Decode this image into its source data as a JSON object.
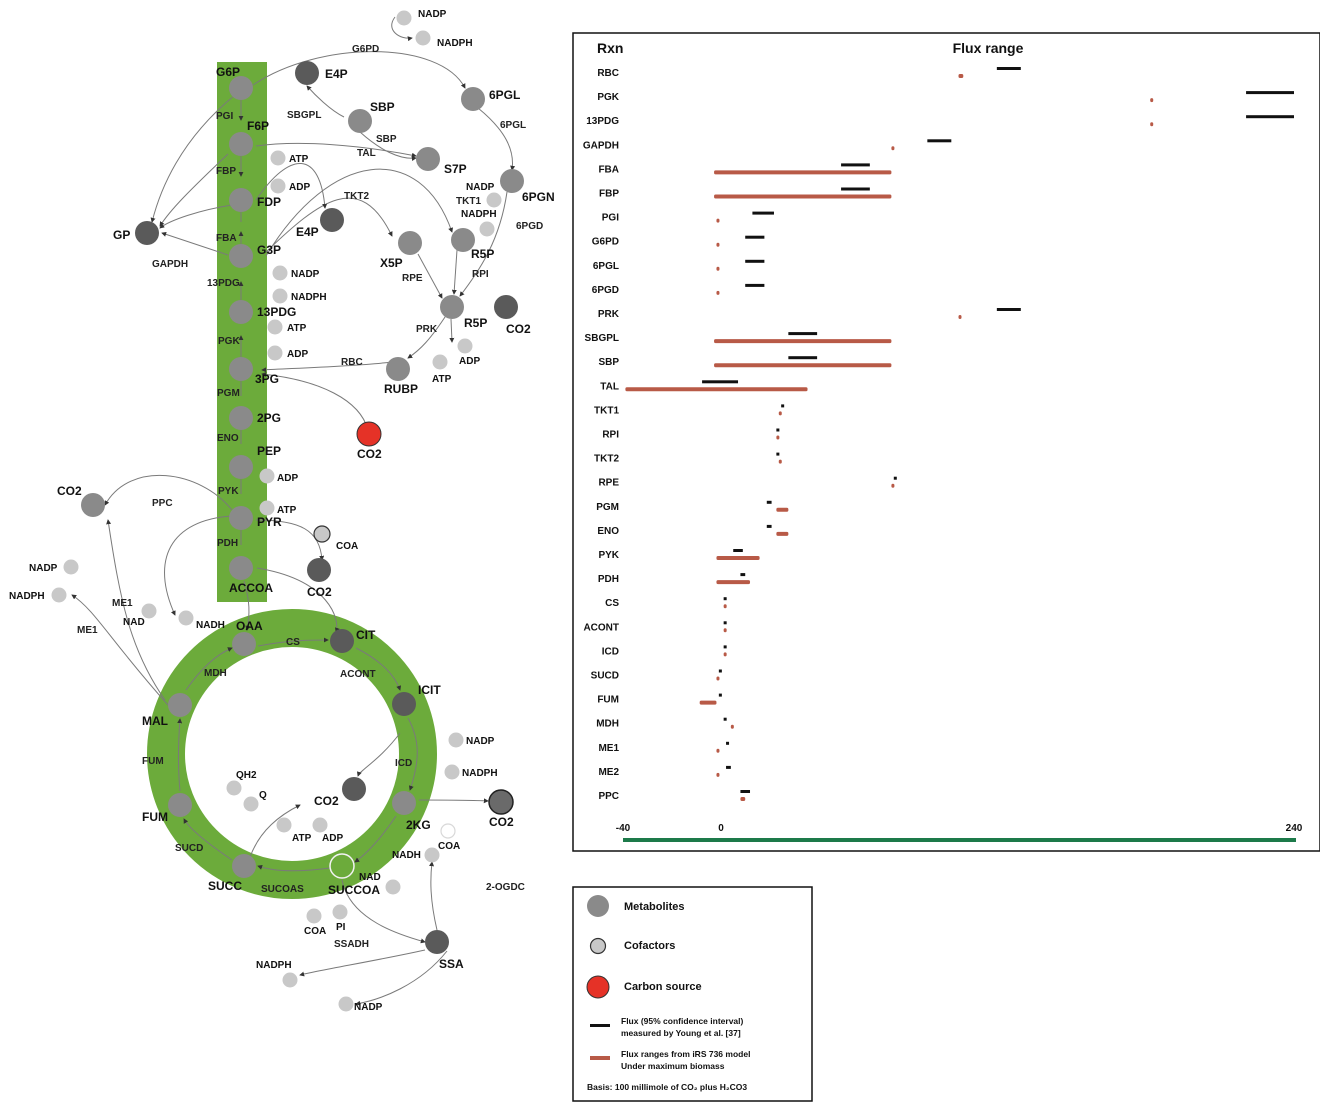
{
  "colors": {
    "band": "#6cab3b",
    "metabolite": "#8a8a8a",
    "metabolite_dark": "#5a5a5a",
    "cofactor": "#c8c8c8",
    "carbon_source": "#e53227",
    "measured": "#111111",
    "model": "#b85a47",
    "axis": "#1d7a4a"
  },
  "network": {
    "nodes": [
      {
        "id": "G6P",
        "label": "G6P",
        "kind": "met"
      },
      {
        "id": "F6P",
        "label": "F6P",
        "kind": "met"
      },
      {
        "id": "FDP",
        "label": "FDP",
        "kind": "met"
      },
      {
        "id": "G3P",
        "label": "G3P",
        "kind": "met"
      },
      {
        "id": "13PDG",
        "label": "13PDG",
        "kind": "met"
      },
      {
        "id": "3PG",
        "label": "3PG",
        "kind": "met"
      },
      {
        "id": "2PG",
        "label": "2PG",
        "kind": "met"
      },
      {
        "id": "PEP",
        "label": "PEP",
        "kind": "met"
      },
      {
        "id": "PYR",
        "label": "PYR",
        "kind": "met"
      },
      {
        "id": "ACCOA",
        "label": "ACCOA",
        "kind": "met"
      },
      {
        "id": "GP",
        "label": "GP",
        "kind": "met"
      },
      {
        "id": "E4P_a",
        "label": "E4P",
        "kind": "met"
      },
      {
        "id": "E4P_b",
        "label": "E4P",
        "kind": "met"
      },
      {
        "id": "SBP",
        "label": "SBP",
        "kind": "met"
      },
      {
        "id": "S7P",
        "label": "S7P",
        "kind": "met"
      },
      {
        "id": "6PGL",
        "label": "6PGL",
        "kind": "met"
      },
      {
        "id": "6PGN",
        "label": "6PGN",
        "kind": "met"
      },
      {
        "id": "X5P",
        "label": "X5P",
        "kind": "met"
      },
      {
        "id": "R5P_a",
        "label": "R5P",
        "kind": "met"
      },
      {
        "id": "R5P_b",
        "label": "R5P",
        "kind": "met"
      },
      {
        "id": "RUBP",
        "label": "RUBP",
        "kind": "met"
      },
      {
        "id": "CO2_pp",
        "label": "CO2",
        "kind": "met"
      },
      {
        "id": "CO2_src",
        "label": "CO2",
        "kind": "src"
      },
      {
        "id": "CO2_ppc",
        "label": "CO2",
        "kind": "met"
      },
      {
        "id": "CO2_pdh",
        "label": "CO2",
        "kind": "met"
      },
      {
        "id": "OAA",
        "label": "OAA",
        "kind": "met"
      },
      {
        "id": "CIT",
        "label": "CIT",
        "kind": "met"
      },
      {
        "id": "ICIT",
        "label": "ICIT",
        "kind": "met"
      },
      {
        "id": "MAL",
        "label": "MAL",
        "kind": "met"
      },
      {
        "id": "FUM",
        "label": "FUM",
        "kind": "met"
      },
      {
        "id": "SUCC",
        "label": "SUCC",
        "kind": "met"
      },
      {
        "id": "SUCCOA",
        "label": "SUCCOA",
        "kind": "hollow"
      },
      {
        "id": "2KG",
        "label": "2KG",
        "kind": "met"
      },
      {
        "id": "CO2_icd",
        "label": "CO2",
        "kind": "met"
      },
      {
        "id": "CO2_og",
        "label": "CO2",
        "kind": "met"
      },
      {
        "id": "SSA",
        "label": "SSA",
        "kind": "met"
      },
      {
        "id": "NADP_top",
        "label": "NADP",
        "kind": "cof"
      },
      {
        "id": "NADPH_top",
        "label": "NADPH",
        "kind": "cof"
      },
      {
        "id": "ATP_1",
        "label": "ATP",
        "kind": "cof"
      },
      {
        "id": "ADP_1",
        "label": "ADP",
        "kind": "cof"
      },
      {
        "id": "NADP_2",
        "label": "NADP",
        "kind": "cof"
      },
      {
        "id": "NADPH_2",
        "label": "NADPH",
        "kind": "cof"
      },
      {
        "id": "ATP_2",
        "label": "ATP",
        "kind": "cof"
      },
      {
        "id": "ADP_2",
        "label": "ADP",
        "kind": "cof"
      },
      {
        "id": "NADP_pgd",
        "label": "NADP",
        "kind": "cof"
      },
      {
        "id": "NADPH_pgd",
        "label": "NADPH",
        "kind": "cof"
      },
      {
        "id": "ADP_prk",
        "label": "ADP",
        "kind": "cof"
      },
      {
        "id": "ATP_prk",
        "label": "ATP",
        "kind": "cof"
      },
      {
        "id": "ADP_pyk",
        "label": "ADP",
        "kind": "cof"
      },
      {
        "id": "ATP_pyk",
        "label": "ATP",
        "kind": "cof"
      },
      {
        "id": "COA_pdh",
        "label": "COA",
        "kind": "cof_ring"
      },
      {
        "id": "NADP_me",
        "label": "NADP",
        "kind": "cof"
      },
      {
        "id": "NADPH_me",
        "label": "NADPH",
        "kind": "cof"
      },
      {
        "id": "NAD_me1",
        "label": "NAD",
        "kind": "cof"
      },
      {
        "id": "NADH_me1",
        "label": "NADH",
        "kind": "cof"
      },
      {
        "id": "NADP_icd",
        "label": "NADP",
        "kind": "cof"
      },
      {
        "id": "NADPH_icd",
        "label": "NADPH",
        "kind": "cof"
      },
      {
        "id": "QH2",
        "label": "QH2",
        "kind": "cof"
      },
      {
        "id": "Q",
        "label": "Q",
        "kind": "cof"
      },
      {
        "id": "ATP_suc",
        "label": "ATP",
        "kind": "cof"
      },
      {
        "id": "ADP_suc",
        "label": "ADP",
        "kind": "cof"
      },
      {
        "id": "COA_og",
        "label": "COA",
        "kind": "ghost"
      },
      {
        "id": "NADH_og",
        "label": "NADH",
        "kind": "cof"
      },
      {
        "id": "NAD_og",
        "label": "NAD",
        "kind": "cof"
      },
      {
        "id": "COA_suc",
        "label": "COA",
        "kind": "cof"
      },
      {
        "id": "PI_suc",
        "label": "PI",
        "kind": "cof"
      },
      {
        "id": "NADPH_ssa",
        "label": "NADPH",
        "kind": "cof"
      },
      {
        "id": "NADP_ssa",
        "label": "NADP",
        "kind": "cof"
      }
    ],
    "reaction_labels": [
      "G6PD",
      "6PGL",
      "6PGD",
      "PGI",
      "SBGPL",
      "SBP",
      "TAL",
      "FBP",
      "TKT2",
      "TKT1",
      "FBA",
      "GAPDH",
      "13PDG",
      "RPE",
      "RPI",
      "PRK",
      "PGK",
      "RBC",
      "PGM",
      "ENO",
      "PYK",
      "PPC",
      "PDH",
      "ME1",
      "ME1",
      "CS",
      "MDH",
      "ACONT",
      "FUM",
      "ICD",
      "SUCD",
      "SUCOAS",
      "2-OGDC",
      "SSADH"
    ]
  },
  "chart": {
    "header_rxn": "Rxn",
    "header_title": "Flux range",
    "axis_ticks": [
      "-40",
      "0",
      "240"
    ]
  },
  "chart_data": {
    "type": "range",
    "title": "Flux range",
    "xlim": [
      -40,
      240
    ],
    "series": [
      {
        "name": "Flux (95% confidence interval) measured by Young et al. [37]",
        "color": "#111111"
      },
      {
        "name": "Flux ranges from iRS 736 model Under maximum biomass",
        "color": "#b85a47"
      }
    ],
    "reactions": [
      {
        "name": "RBC",
        "measured": [
          116,
          126
        ],
        "model": [
          100,
          102
        ]
      },
      {
        "name": "PGK",
        "measured": [
          220,
          240
        ],
        "model": [
          180,
          181
        ]
      },
      {
        "name": "13PDG",
        "measured": [
          220,
          240
        ],
        "model": [
          180,
          181
        ]
      },
      {
        "name": "GAPDH",
        "measured": [
          87,
          97
        ],
        "model": [
          72,
          73
        ]
      },
      {
        "name": "FBA",
        "measured": [
          51,
          63
        ],
        "model": [
          -2,
          72
        ]
      },
      {
        "name": "FBP",
        "measured": [
          51,
          63
        ],
        "model": [
          -2,
          72
        ]
      },
      {
        "name": "PGI",
        "measured": [
          14,
          23
        ],
        "model": [
          -1,
          0
        ]
      },
      {
        "name": "G6PD",
        "measured": [
          11,
          19
        ],
        "model": [
          -1,
          0
        ]
      },
      {
        "name": "6PGL",
        "measured": [
          11,
          19
        ],
        "model": [
          -1,
          0
        ]
      },
      {
        "name": "6PGD",
        "measured": [
          11,
          19
        ],
        "model": [
          -1,
          0
        ]
      },
      {
        "name": "PRK",
        "measured": [
          116,
          126
        ],
        "model": [
          100,
          101
        ]
      },
      {
        "name": "SBGPL",
        "measured": [
          29,
          41
        ],
        "model": [
          -2,
          72
        ]
      },
      {
        "name": "SBP",
        "measured": [
          29,
          41
        ],
        "model": [
          -2,
          72
        ]
      },
      {
        "name": "TAL",
        "measured": [
          -7,
          8
        ],
        "model": [
          -39,
          37
        ]
      },
      {
        "name": "TKT1",
        "measured": [
          26,
          27
        ],
        "model": [
          25,
          26
        ]
      },
      {
        "name": "RPI",
        "measured": [
          24,
          25
        ],
        "model": [
          24,
          25
        ]
      },
      {
        "name": "TKT2",
        "measured": [
          24,
          25
        ],
        "model": [
          25,
          26
        ]
      },
      {
        "name": "RPE",
        "measured": [
          73,
          74
        ],
        "model": [
          72,
          73
        ]
      },
      {
        "name": "PGM",
        "measured": [
          20,
          22
        ],
        "model": [
          24,
          29
        ]
      },
      {
        "name": "ENO",
        "measured": [
          20,
          22
        ],
        "model": [
          24,
          29
        ]
      },
      {
        "name": "PYK",
        "measured": [
          6,
          10
        ],
        "model": [
          -1,
          17
        ]
      },
      {
        "name": "PDH",
        "measured": [
          9,
          11
        ],
        "model": [
          -1,
          13
        ]
      },
      {
        "name": "CS",
        "measured": [
          2,
          3
        ],
        "model": [
          2,
          3
        ]
      },
      {
        "name": "ACONT",
        "measured": [
          2,
          3
        ],
        "model": [
          2,
          3
        ]
      },
      {
        "name": "ICD",
        "measured": [
          2,
          3
        ],
        "model": [
          2,
          3
        ]
      },
      {
        "name": "SUCD",
        "measured": [
          0,
          1
        ],
        "model": [
          -1,
          0
        ]
      },
      {
        "name": "FUM",
        "measured": [
          0,
          1
        ],
        "model": [
          -8,
          -1
        ]
      },
      {
        "name": "MDH",
        "measured": [
          2,
          3
        ],
        "model": [
          5,
          6
        ]
      },
      {
        "name": "ME1",
        "measured": [
          3,
          4
        ],
        "model": [
          -1,
          0
        ]
      },
      {
        "name": "ME2",
        "measured": [
          3,
          5
        ],
        "model": [
          -1,
          0
        ]
      },
      {
        "name": "PPC",
        "measured": [
          9,
          13
        ],
        "model": [
          9,
          11
        ]
      }
    ]
  },
  "legend": {
    "metabolites": "Metabolites",
    "cofactors": "Cofactors",
    "carbon_source": "Carbon source",
    "measured_line1": "Flux (95% confidence interval)",
    "measured_line2": "measured by Young et al. [37]",
    "model_line1": "Flux ranges from iRS 736 model",
    "model_line2": "Under maximum biomass",
    "basis": "Basis: 100 millimole of CO₂ plus H₂CO3"
  }
}
